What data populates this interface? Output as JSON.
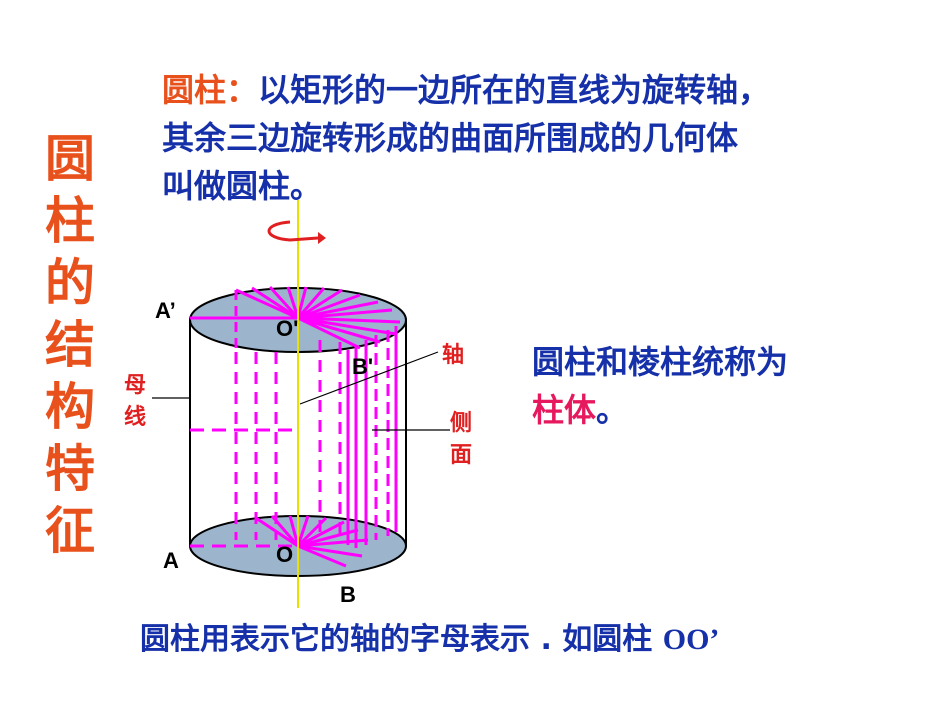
{
  "side_title": [
    "圆",
    "柱",
    "的",
    "结",
    "构",
    "特",
    "征"
  ],
  "definition": {
    "term": "圆柱：",
    "line1_rest": "以矩形的一边所在的直线为旋转轴，",
    "line2": "其余三边旋转形成的曲面所围成的几何体",
    "line3": "叫做圆柱。"
  },
  "summary": {
    "line1": "圆柱和棱柱统称为",
    "highlight": "柱体",
    "end": "。"
  },
  "diagram_labels": {
    "top_left_point": "A’",
    "top_center": "O'",
    "top_right_point": "B'",
    "bottom_left_point": "A",
    "bottom_center": "O",
    "bottom_right_point": "B",
    "axis": "轴",
    "generatrix_1": "母",
    "generatrix_2": "线",
    "lateral_1": "侧",
    "lateral_2": "面"
  },
  "footer": {
    "text": "圆柱用表示它的轴的字母表示 . 如圆柱 ",
    "name": "OO’"
  },
  "colors": {
    "title_orange": "#e8501c",
    "body_blue": "#1530a8",
    "highlight_pink": "#e6195e",
    "magenta": "#ff00ff",
    "disc_fill": "#9cb4cc"
  }
}
